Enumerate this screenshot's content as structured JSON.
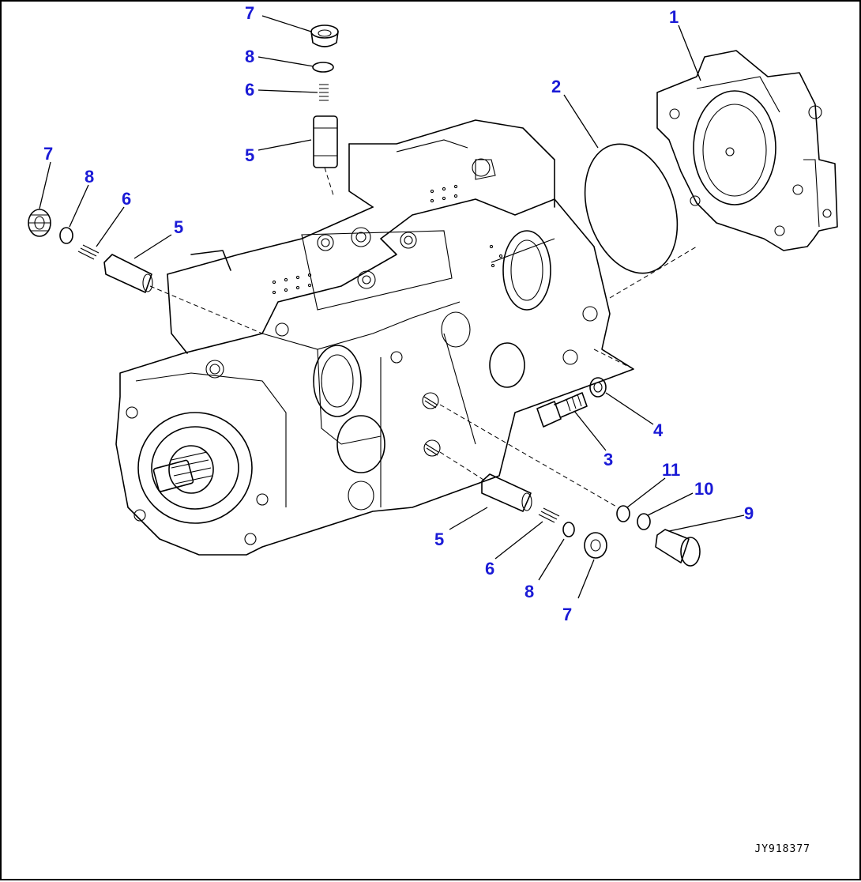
{
  "diagram": {
    "figure_code": "JY918377",
    "colors": {
      "callout": "#1a1ad6",
      "line": "#000000",
      "background": "#ffffff"
    },
    "parts": [
      {
        "num": "1"
      },
      {
        "num": "2"
      },
      {
        "num": "3"
      },
      {
        "num": "4"
      },
      {
        "num": "5"
      },
      {
        "num": "6"
      },
      {
        "num": "7"
      },
      {
        "num": "8"
      },
      {
        "num": "9"
      },
      {
        "num": "10"
      },
      {
        "num": "11"
      }
    ]
  }
}
